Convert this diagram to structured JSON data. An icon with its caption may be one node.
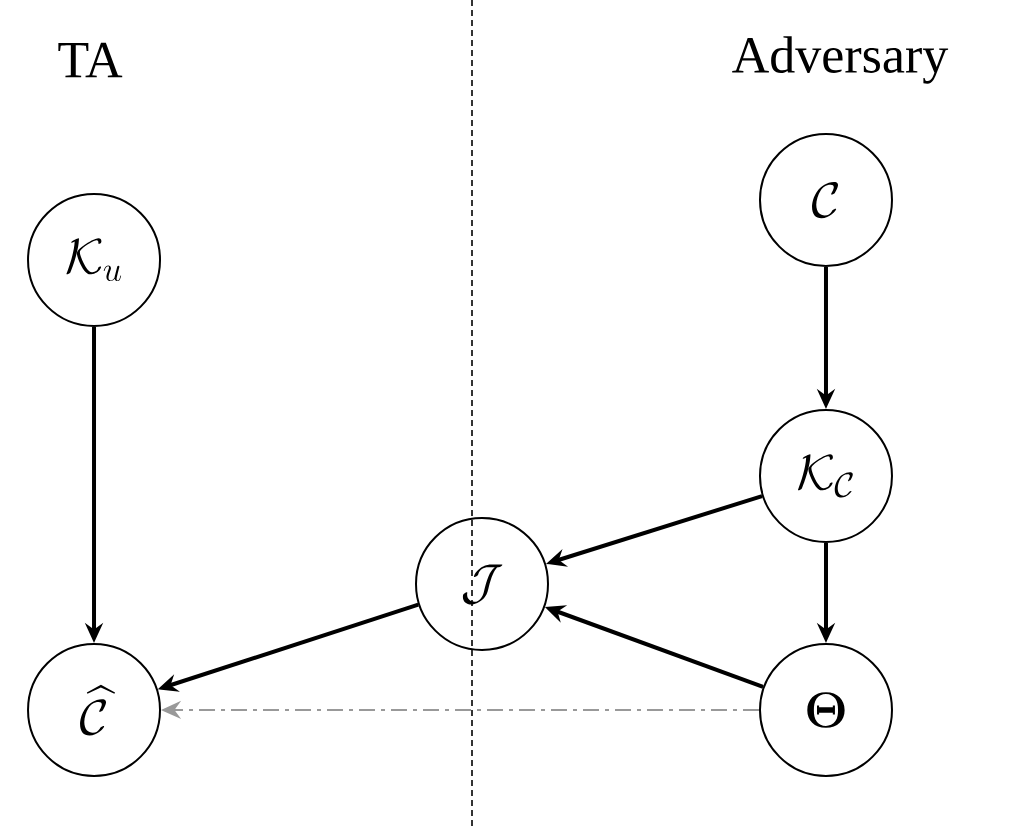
{
  "diagram": {
    "nodes": [
      {
        "text": [
          "\\mathcal{K}_u"
        ]
      },
      {
        "text": [
          "\\mathcal{C}"
        ]
      },
      {
        "text": [
          "\\mathcal{K}_{\\mathcal{C}}"
        ]
      },
      {
        "text": [
          "\\mathcal{J}"
        ]
      },
      {
        "text": [
          "\\widehat{\\mathcal{C}}"
        ]
      },
      {
        "text": [
          "\\boldsymbol{\\Theta}"
        ]
      }
    ],
    "edges": [
      {
        "from": 0,
        "to": 4,
        "arrow": "to"
      },
      {
        "from": 1,
        "to": 2,
        "arrow": "to"
      },
      {
        "from": 2,
        "to": 3,
        "arrow": "to"
      },
      {
        "from": 2,
        "to": 5,
        "arrow": "to"
      },
      {
        "from": 5,
        "to": 3,
        "arrow": "to"
      },
      {
        "from": 3,
        "to": 4,
        "arrow": "to"
      },
      {
        "from": 5,
        "to": 4,
        "arrow": "to",
        "style": "dashed",
        "color": "#999999"
      }
    ],
    "labels": [
      "TA",
      "Adversary"
    ]
  }
}
